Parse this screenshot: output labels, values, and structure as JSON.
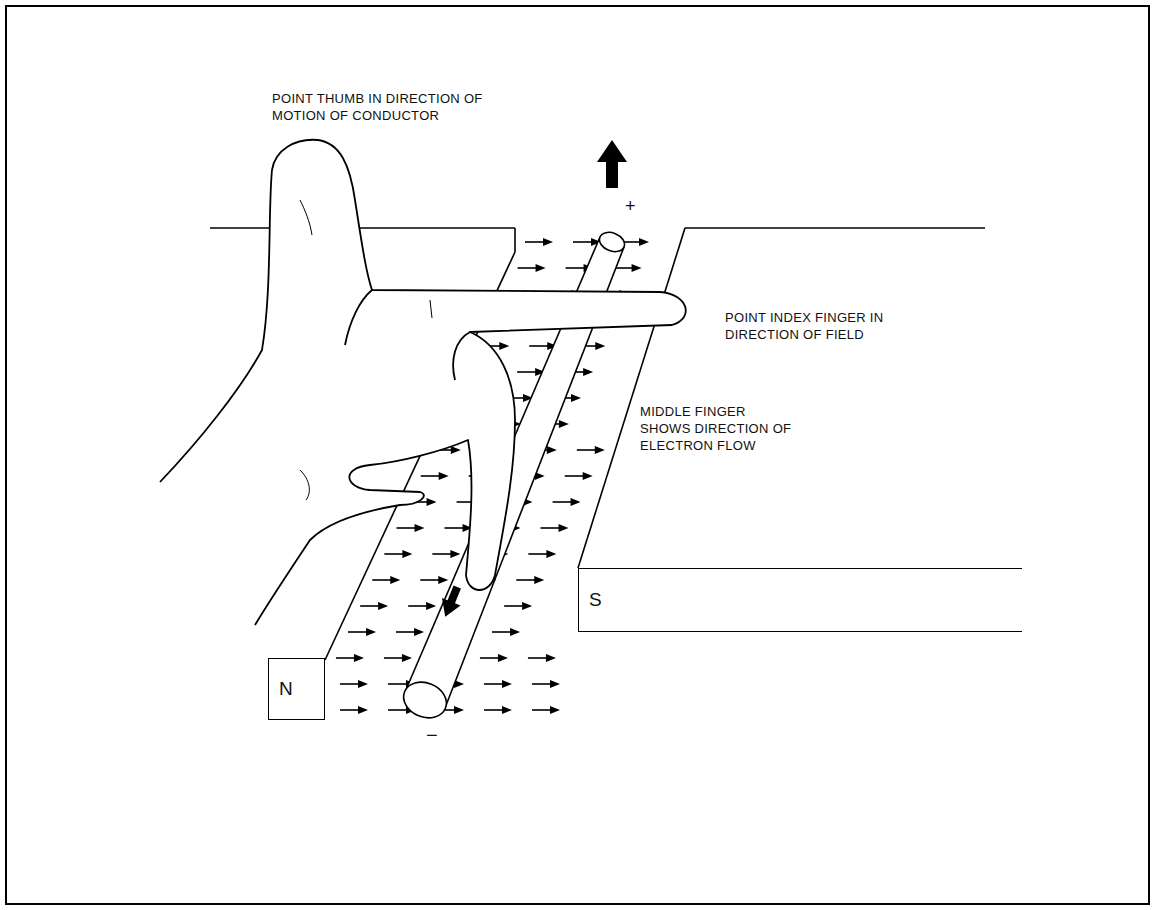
{
  "diagram": {
    "nodes": [
      {
        "text": [
          "N"
        ]
      },
      {
        "text": [
          "S"
        ]
      }
    ],
    "labels": [
      "POINT THUMB IN DIRECTION OF MOTION OF CONDUCTOR",
      "POINT INDEX FINGER IN DIRECTION OF FIELD",
      "MIDDLE FINGER SHOWS DIRECTION OF ELECTRON FLOW",
      "+",
      "−"
    ]
  }
}
